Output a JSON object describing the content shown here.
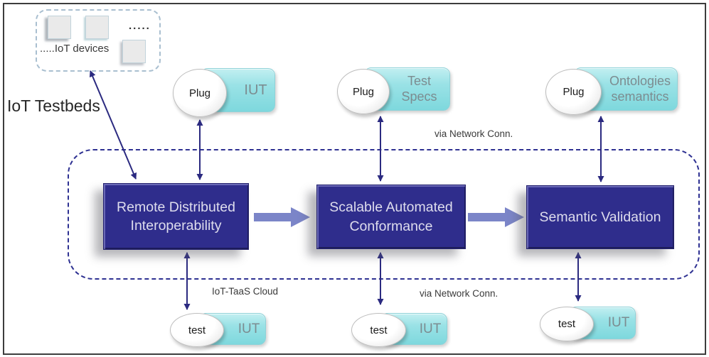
{
  "testbeds": {
    "label": "IoT Testbeds",
    "devices_box": {
      "label": ".....IoT devices",
      "dots": "....."
    }
  },
  "plugs": [
    {
      "badge": "Plug",
      "label": "IUT"
    },
    {
      "badge": "Plug",
      "label": "Test Specs"
    },
    {
      "badge": "Plug",
      "label": "Ontologies semantics"
    }
  ],
  "processes": [
    {
      "label": "Remote Distributed Interoperability"
    },
    {
      "label": "Scalable Automated Conformance"
    },
    {
      "label": "Semantic Validation"
    }
  ],
  "tests": [
    {
      "badge": "test",
      "label": "IUT"
    },
    {
      "badge": "test",
      "label": "IUT"
    },
    {
      "badge": "test",
      "label": "IUT"
    }
  ],
  "annotations": {
    "via_network_top": "via Network Conn.",
    "iot_taas_cloud": "IoT-TaaS Cloud",
    "via_network_bottom": "via Network Conn."
  },
  "colors": {
    "process_fill": "#2f2d8c",
    "process_text": "#dedded",
    "pill_fill": "#7ed8dd",
    "pill_text": "#7c8c90",
    "thin_arrow": "#2b2a80",
    "thick_arrow": "#7b85c8",
    "cloud_dash": "#2e3192",
    "devices_dash": "#a9bfd0"
  }
}
